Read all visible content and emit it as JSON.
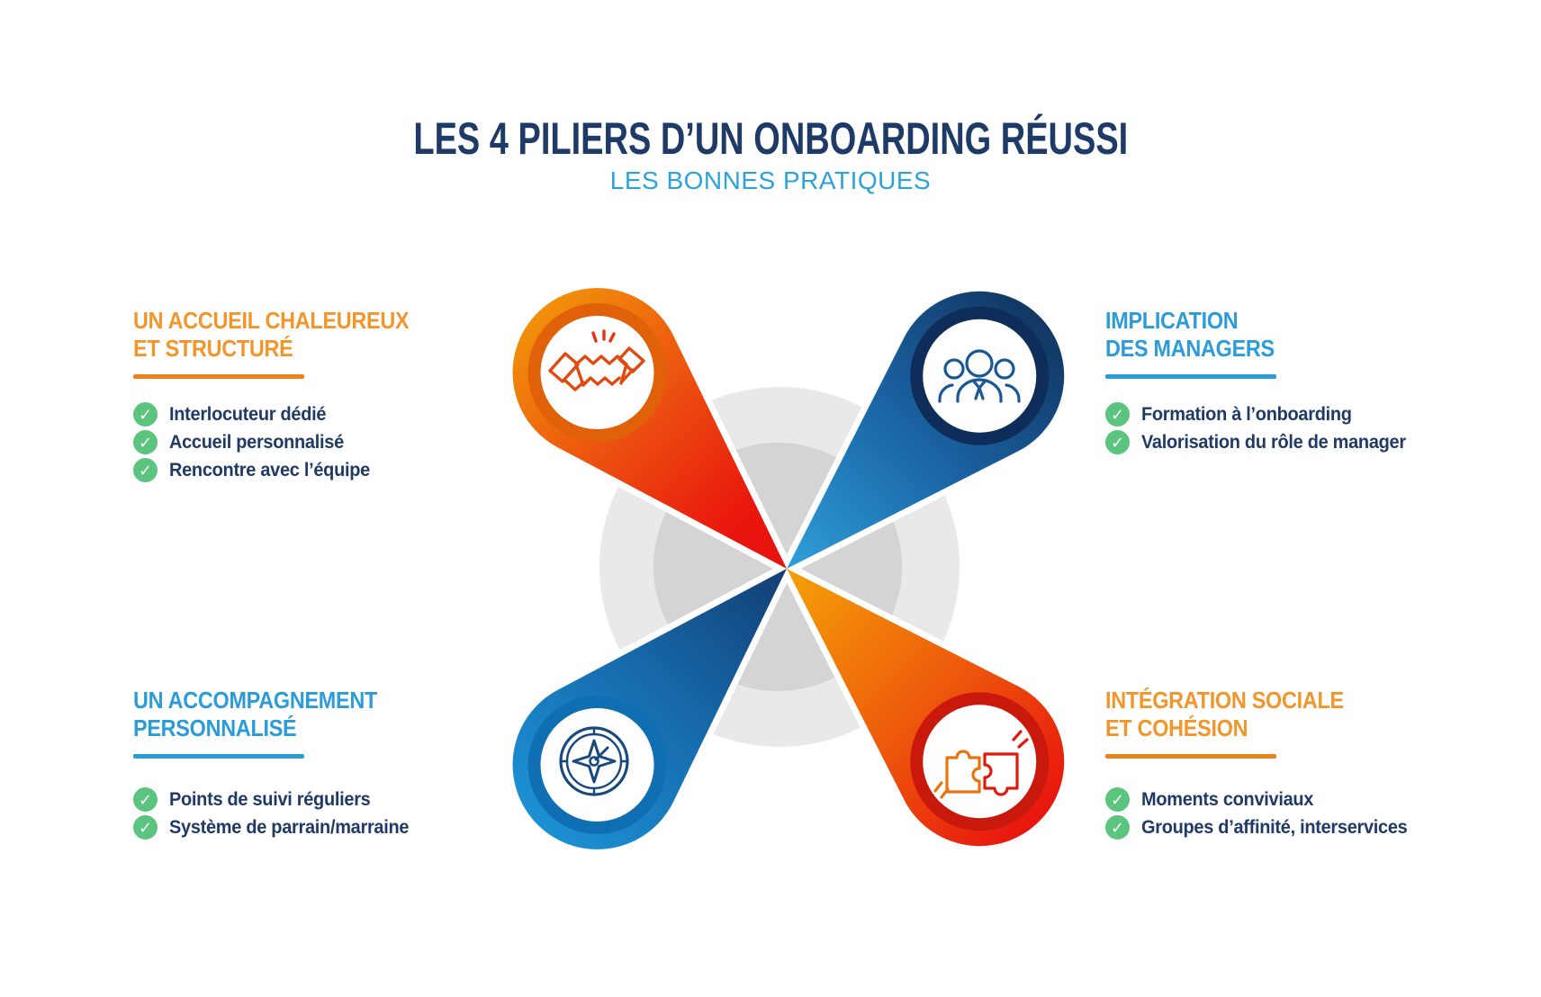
{
  "header": {
    "title": "LES 4 PILIERS D’UN ONBOARDING RÉUSSI",
    "subtitle": "LES BONNES PRATIQUES"
  },
  "palette": {
    "title_navy": "#1E3A66",
    "subtitle_blue": "#2BA3D9",
    "heading_orange": "#F2962B",
    "underline_orange": "#EB831D",
    "heading_blue": "#2B9CD8",
    "bullet_navy": "#1F3A64",
    "check_green": "#5BC47E",
    "petal_orange": "#F1900A",
    "petal_red": "#E9140C",
    "petal_dark_navy": "#123969",
    "petal_light_blue": "#2F9FD9",
    "bg_circle_outer": "#E9E9E9",
    "bg_circle_inner": "#D4D4D4"
  },
  "pillars": [
    {
      "id": "accueil",
      "icon": "handshake-icon",
      "color": "orange",
      "title_lines": [
        "UN ACCUEIL CHALEUREUX",
        "ET STRUCTURÉ"
      ],
      "items": [
        "Interlocuteur dédié",
        "Accueil personnalisé",
        "Rencontre avec l’équipe"
      ]
    },
    {
      "id": "managers",
      "icon": "managers-icon",
      "color": "blue",
      "title_lines": [
        "IMPLICATION",
        "DES MANAGERS"
      ],
      "items": [
        "Formation à l’onboarding",
        "Valorisation du rôle de manager"
      ]
    },
    {
      "id": "accompagnement",
      "icon": "compass-icon",
      "color": "blue",
      "title_lines": [
        "UN ACCOMPAGNEMENT",
        "PERSONNALISÉ"
      ],
      "items": [
        "Points de suivi réguliers",
        "Système de parrain/marraine"
      ]
    },
    {
      "id": "integration",
      "icon": "puzzle-hands-icon",
      "color": "orange",
      "title_lines": [
        "INTÉGRATION SOCIALE",
        "ET COHÉSION"
      ],
      "items": [
        "Moments conviviaux",
        "Groupes d’affinité, interservices"
      ]
    }
  ]
}
